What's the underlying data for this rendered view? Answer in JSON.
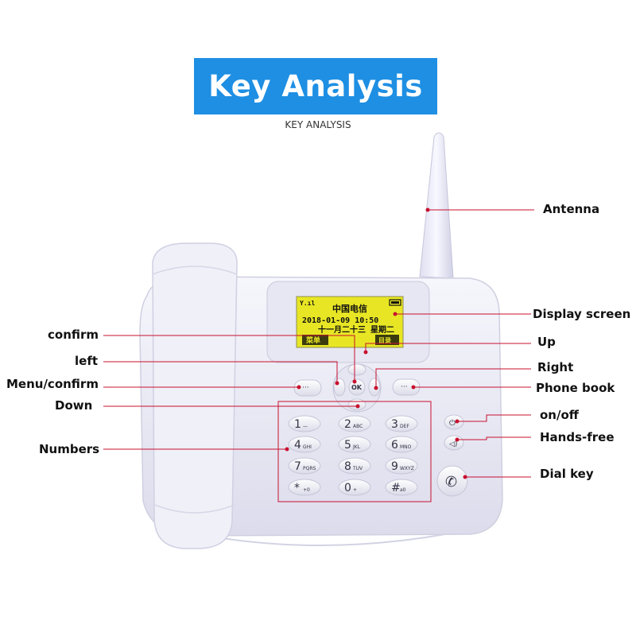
{
  "header": {
    "title": "Key Analysis",
    "subtitle": "KEY ANALYSIS"
  },
  "labels": {
    "antenna": "Antenna",
    "display_screen": "Display screen",
    "confirm": "confirm",
    "up": "Up",
    "left": "left",
    "right": "Right",
    "menu_confirm": "Menu/confirm",
    "phone_book": "Phone book",
    "down": "Down",
    "on_off": "on/off",
    "numbers": "Numbers",
    "hands_free": "Hands-free",
    "dial_key": "Dial key"
  },
  "lcd": {
    "carrier": "中国电信",
    "datetime": "2018-01-09  10:50",
    "lunar": "十一月二十三 星期二",
    "softkey_left": "菜单",
    "softkey_right": "目录"
  },
  "keypad": {
    "keys": [
      {
        "digit": "1",
        "letters": "—"
      },
      {
        "digit": "2",
        "letters": "ABC"
      },
      {
        "digit": "3",
        "letters": "DEF"
      },
      {
        "digit": "4",
        "letters": "GHI"
      },
      {
        "digit": "5",
        "letters": "JKL"
      },
      {
        "digit": "6",
        "letters": "MNO"
      },
      {
        "digit": "7",
        "letters": "PQRS"
      },
      {
        "digit": "8",
        "letters": "TUV"
      },
      {
        "digit": "9",
        "letters": "WXYZ"
      },
      {
        "digit": "*",
        "letters": "+0"
      },
      {
        "digit": "0",
        "letters": "+"
      },
      {
        "digit": "#",
        "letters": "a0"
      }
    ],
    "ok_label": "OK"
  },
  "colors": {
    "banner": "#1e8fe3",
    "callout_line": "#c8102e",
    "lcd": "#e8e624",
    "phone_body": "#eeeef8"
  }
}
